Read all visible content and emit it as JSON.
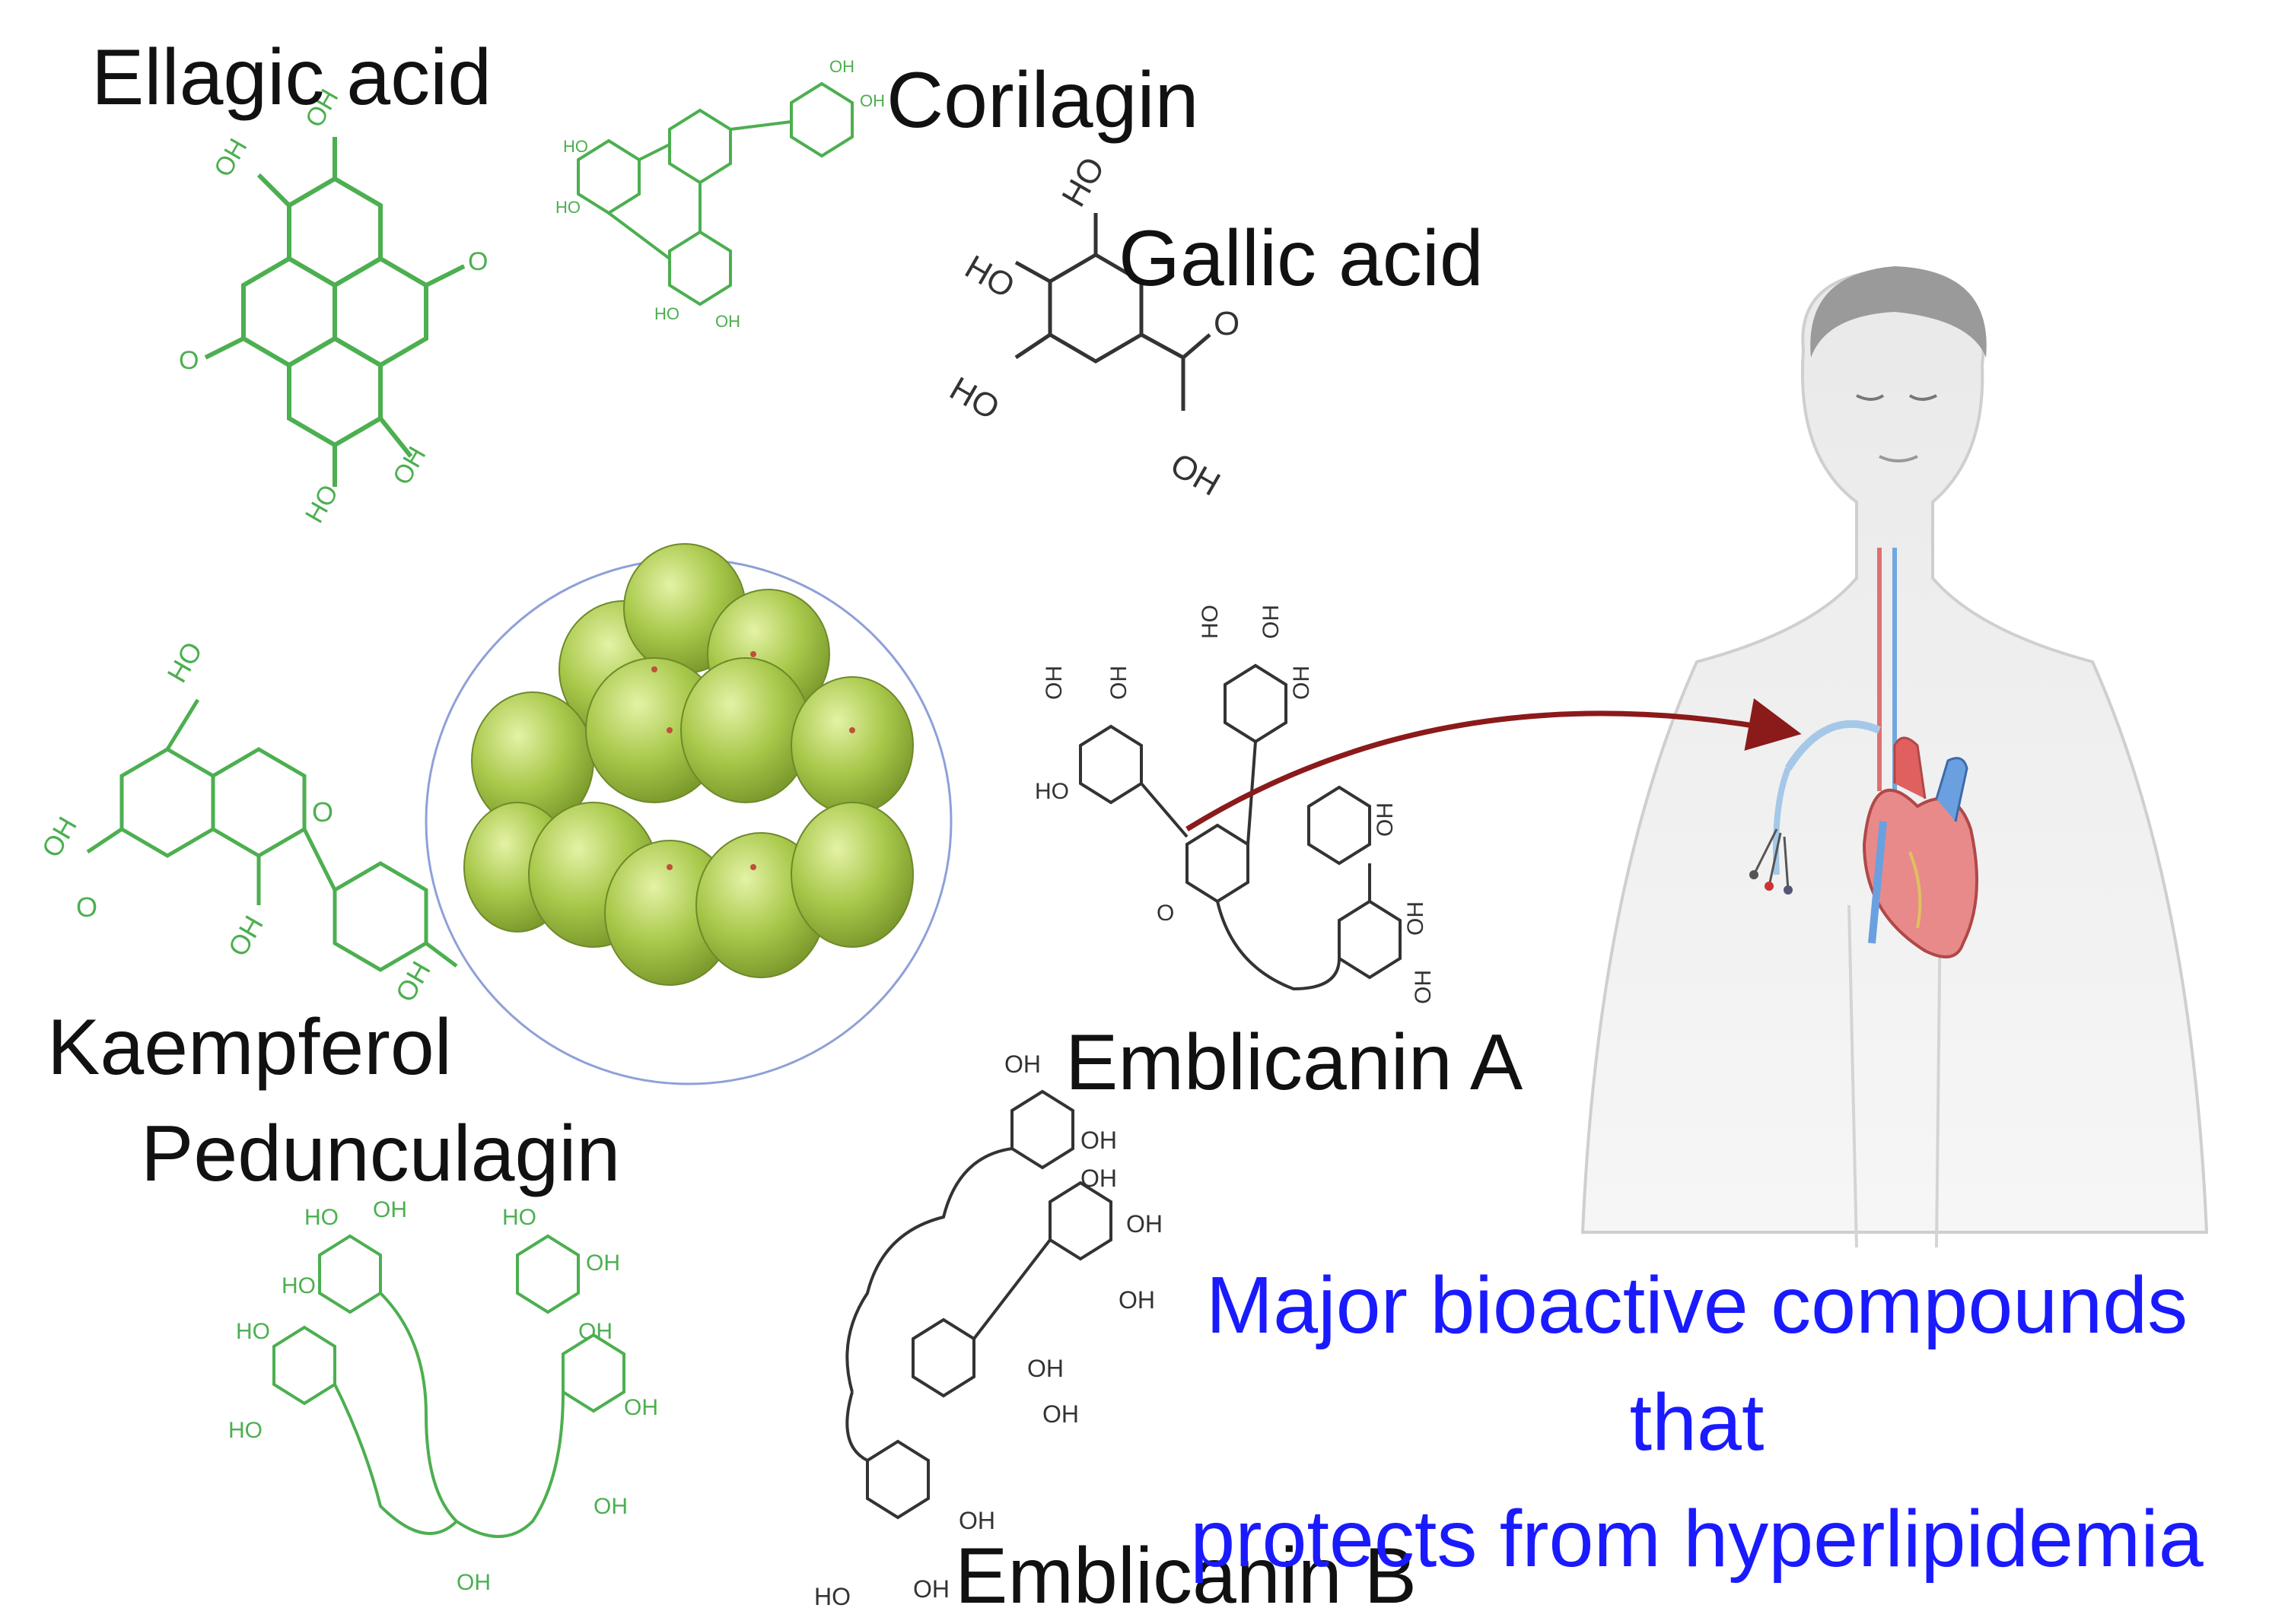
{
  "compounds": {
    "ellagic_acid": "Ellagic acid",
    "corilagin": "Corilagin",
    "gallic_acid": "Gallic acid",
    "kaempferol": "Kaempferol",
    "pedunculagin": "Pedunculagin",
    "emblicanin_a": "Emblicanin A",
    "emblicanin_b": "Emblicanin B"
  },
  "atoms": {
    "oh": "OH",
    "ho": "HO",
    "o": "O"
  },
  "caption": {
    "line1": "Major bioactive compounds that",
    "line2": "protects from hyperlipidemia"
  },
  "colors": {
    "caption": "#1a1aff",
    "green_structure": "#4caf50",
    "black_structure": "#333333",
    "arrow": "#8b1a1a",
    "fruit": "#a8c94a",
    "circle_border": "#8fa0d8"
  },
  "icons": {
    "fruit": "amla-gooseberry-cluster",
    "body": "human-torso-with-heart"
  }
}
